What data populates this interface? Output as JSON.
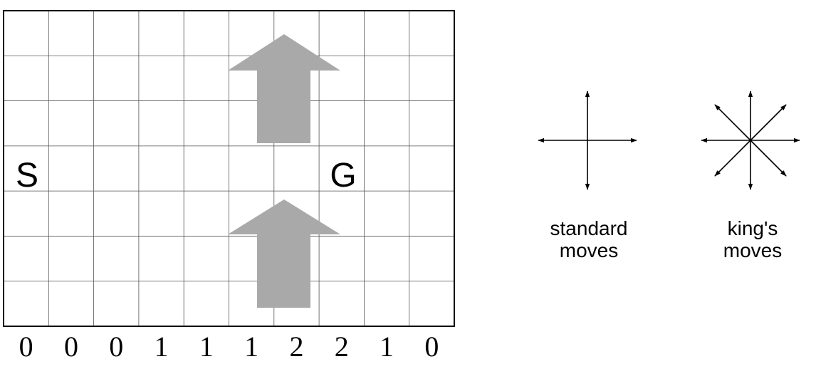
{
  "grid": {
    "columns": 10,
    "rows": 7,
    "start_label": "S",
    "goal_label": "G",
    "wind_strengths": [
      "0",
      "0",
      "0",
      "1",
      "1",
      "1",
      "2",
      "2",
      "1",
      "0"
    ],
    "arrow_color": "#a9a9a9"
  },
  "legend": {
    "standard_label_line1": "standard",
    "standard_label_line2": "moves",
    "king_label_line1": "king's",
    "king_label_line2": "moves"
  }
}
